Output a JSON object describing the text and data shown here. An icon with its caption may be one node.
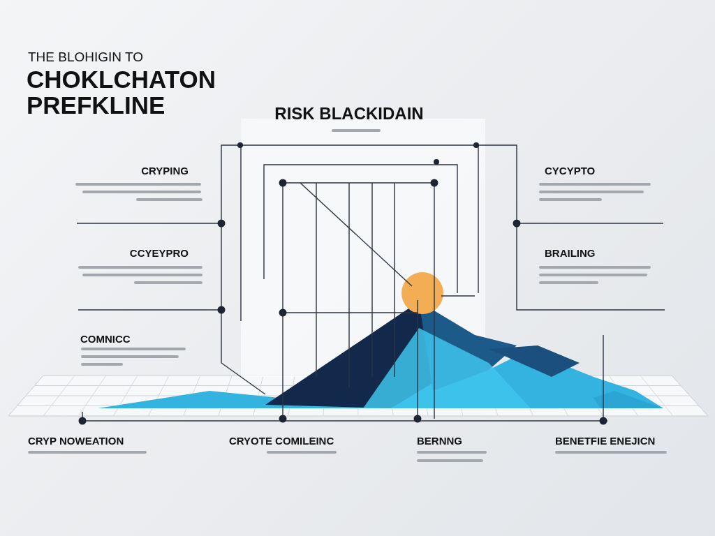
{
  "diagram": {
    "title": "CHOKLCHATON PREFKLINE",
    "labels": [
      "THE BLOHIGIN TO",
      "RISK BLACKIDAIN",
      "CRYPING",
      "CYCYPTO",
      "CCYEYPRO",
      "BRAILING",
      "COMNICC",
      "CRYP NOWEATION",
      "CRYOTE COMILEINC",
      "BERNNG",
      "BENETFIE ENEJICN"
    ]
  }
}
